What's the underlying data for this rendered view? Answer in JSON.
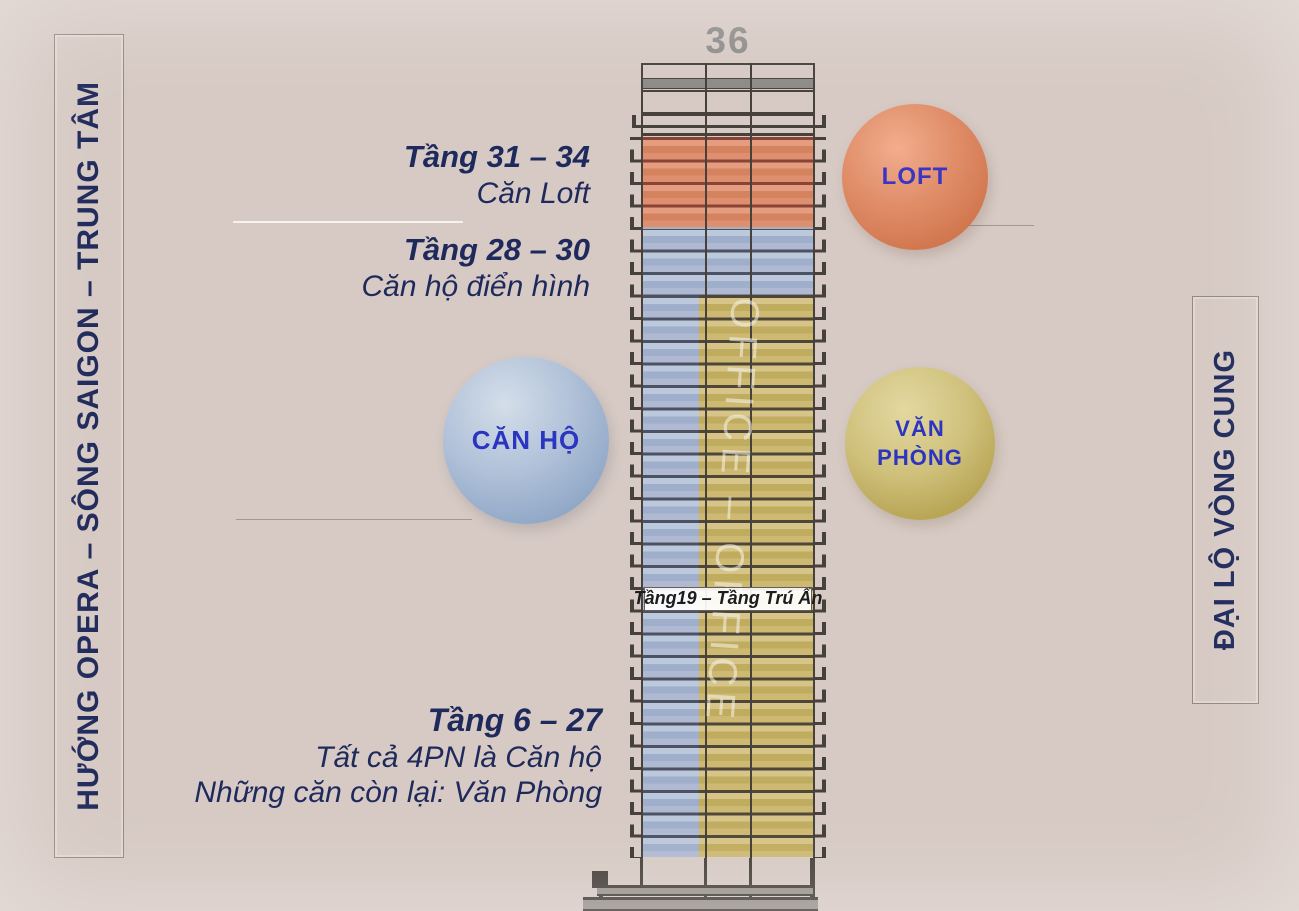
{
  "floor_count_label": "36",
  "roads": {
    "left": "HƯỚNG OPERA – SÔNG SAIGON – TRUNG TÂM",
    "right": "ĐẠI LỘ VÒNG CUNG"
  },
  "annotations": {
    "loft": {
      "title": "Tầng 31 – 34",
      "subtitle": "Căn Loft"
    },
    "typical": {
      "title": "Tầng 28 – 30",
      "subtitle": "Căn hộ điển hình"
    },
    "lower": {
      "title": "Tầng 6 – 27",
      "line1": "Tất cả 4PN là Căn hộ",
      "line2": "Những căn còn lại: Văn Phòng"
    }
  },
  "tower": {
    "watermark": "OFFICE – OFFICE",
    "refuge_floor_label": "Tầng19 – Tầng Trú Ẩn",
    "colors": {
      "loft_section": "#d88a67",
      "apartment_section": "#a9b7d0",
      "office_section": "#c9b672",
      "structure": "#47413b",
      "background": "#d7cac4"
    }
  },
  "badges": {
    "loft": {
      "label": "LOFT",
      "color": "#d5794f"
    },
    "apartment": {
      "label": "CĂN HỘ",
      "color": "#9db2cf"
    },
    "office": {
      "line1": "VĂN",
      "line2": "PHÒNG",
      "color": "#c3b164"
    }
  }
}
